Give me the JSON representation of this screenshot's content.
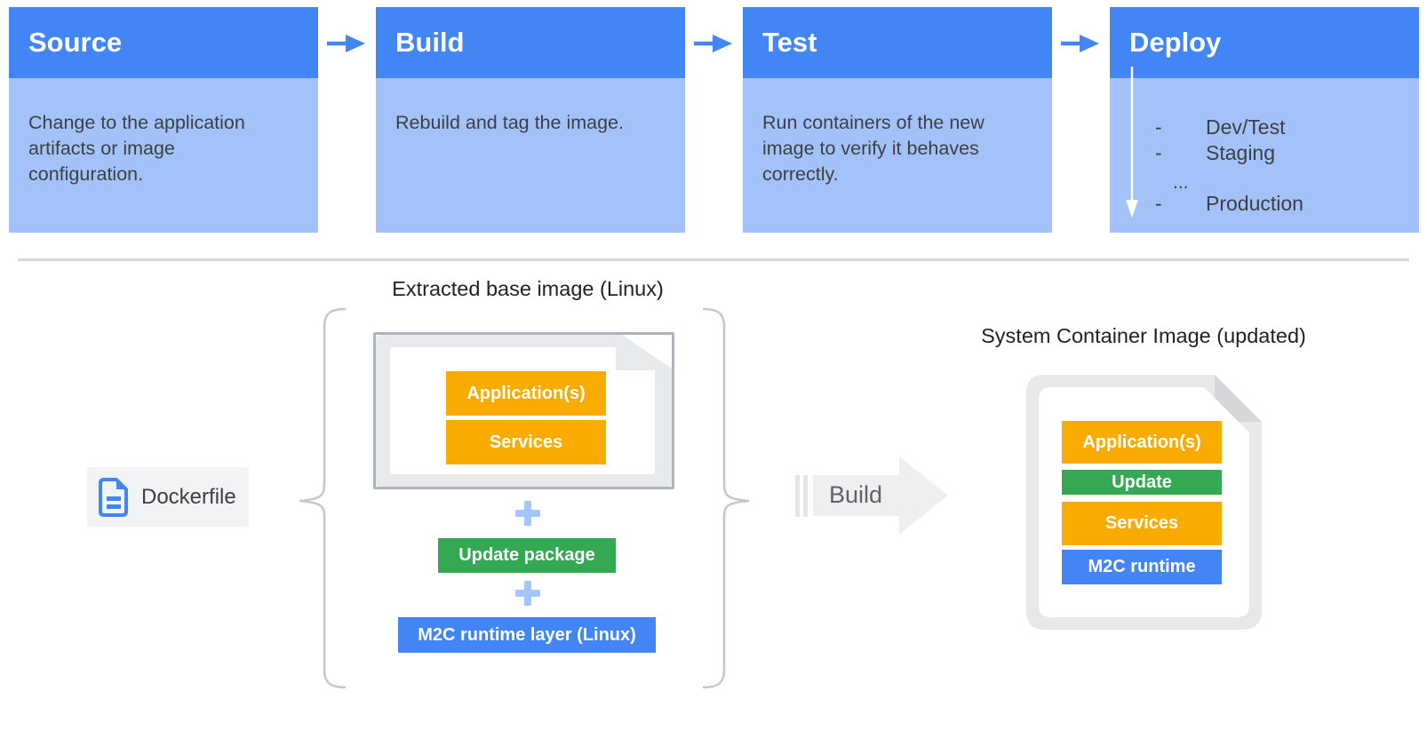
{
  "pipeline": {
    "stages": [
      {
        "title": "Source",
        "description": "Change to the application artifacts or image configuration."
      },
      {
        "title": "Build",
        "description": "Rebuild and tag the image."
      },
      {
        "title": "Test",
        "description": "Run containers of the new image to verify it behaves correctly."
      },
      {
        "title": "Deploy",
        "items": [
          {
            "bullet": "-",
            "label": "Dev/Test"
          },
          {
            "bullet": "-",
            "label": "Staging"
          },
          {
            "bullet": "",
            "label": "..."
          },
          {
            "bullet": "-",
            "label": "Production"
          }
        ]
      }
    ]
  },
  "composition": {
    "base_image_title": "Extracted base image (Linux)",
    "base_image_layers": [
      "Application(s)",
      "Services"
    ],
    "plus_symbol": "+",
    "update_package_label": "Update package",
    "runtime_layer_label": "M2C runtime layer (Linux)",
    "dockerfile_label": "Dockerfile",
    "build_arrow_label": "Build",
    "result_title": "System Container Image (updated)",
    "result_layers": [
      {
        "label": "Application(s)",
        "color": "#F9AB00"
      },
      {
        "label": "Update",
        "color": "#34A853"
      },
      {
        "label": "Services",
        "color": "#F9AB00"
      },
      {
        "label": "M2C runtime",
        "color": "#4285F4"
      }
    ]
  },
  "colors": {
    "stage_header_blue": "#4285F4",
    "stage_body_blue": "#A4C2FA",
    "connector_arrow_blue": "#4285F4",
    "layer_yellow": "#F9AB00",
    "layer_green": "#34A853",
    "layer_blue": "#4285F4",
    "plus_light_blue": "#A3C5FB",
    "text_dark_gray": "#3C4043",
    "doc_gray": "#E8E9EB",
    "build_arrow_gray": "#EFEFEF"
  }
}
